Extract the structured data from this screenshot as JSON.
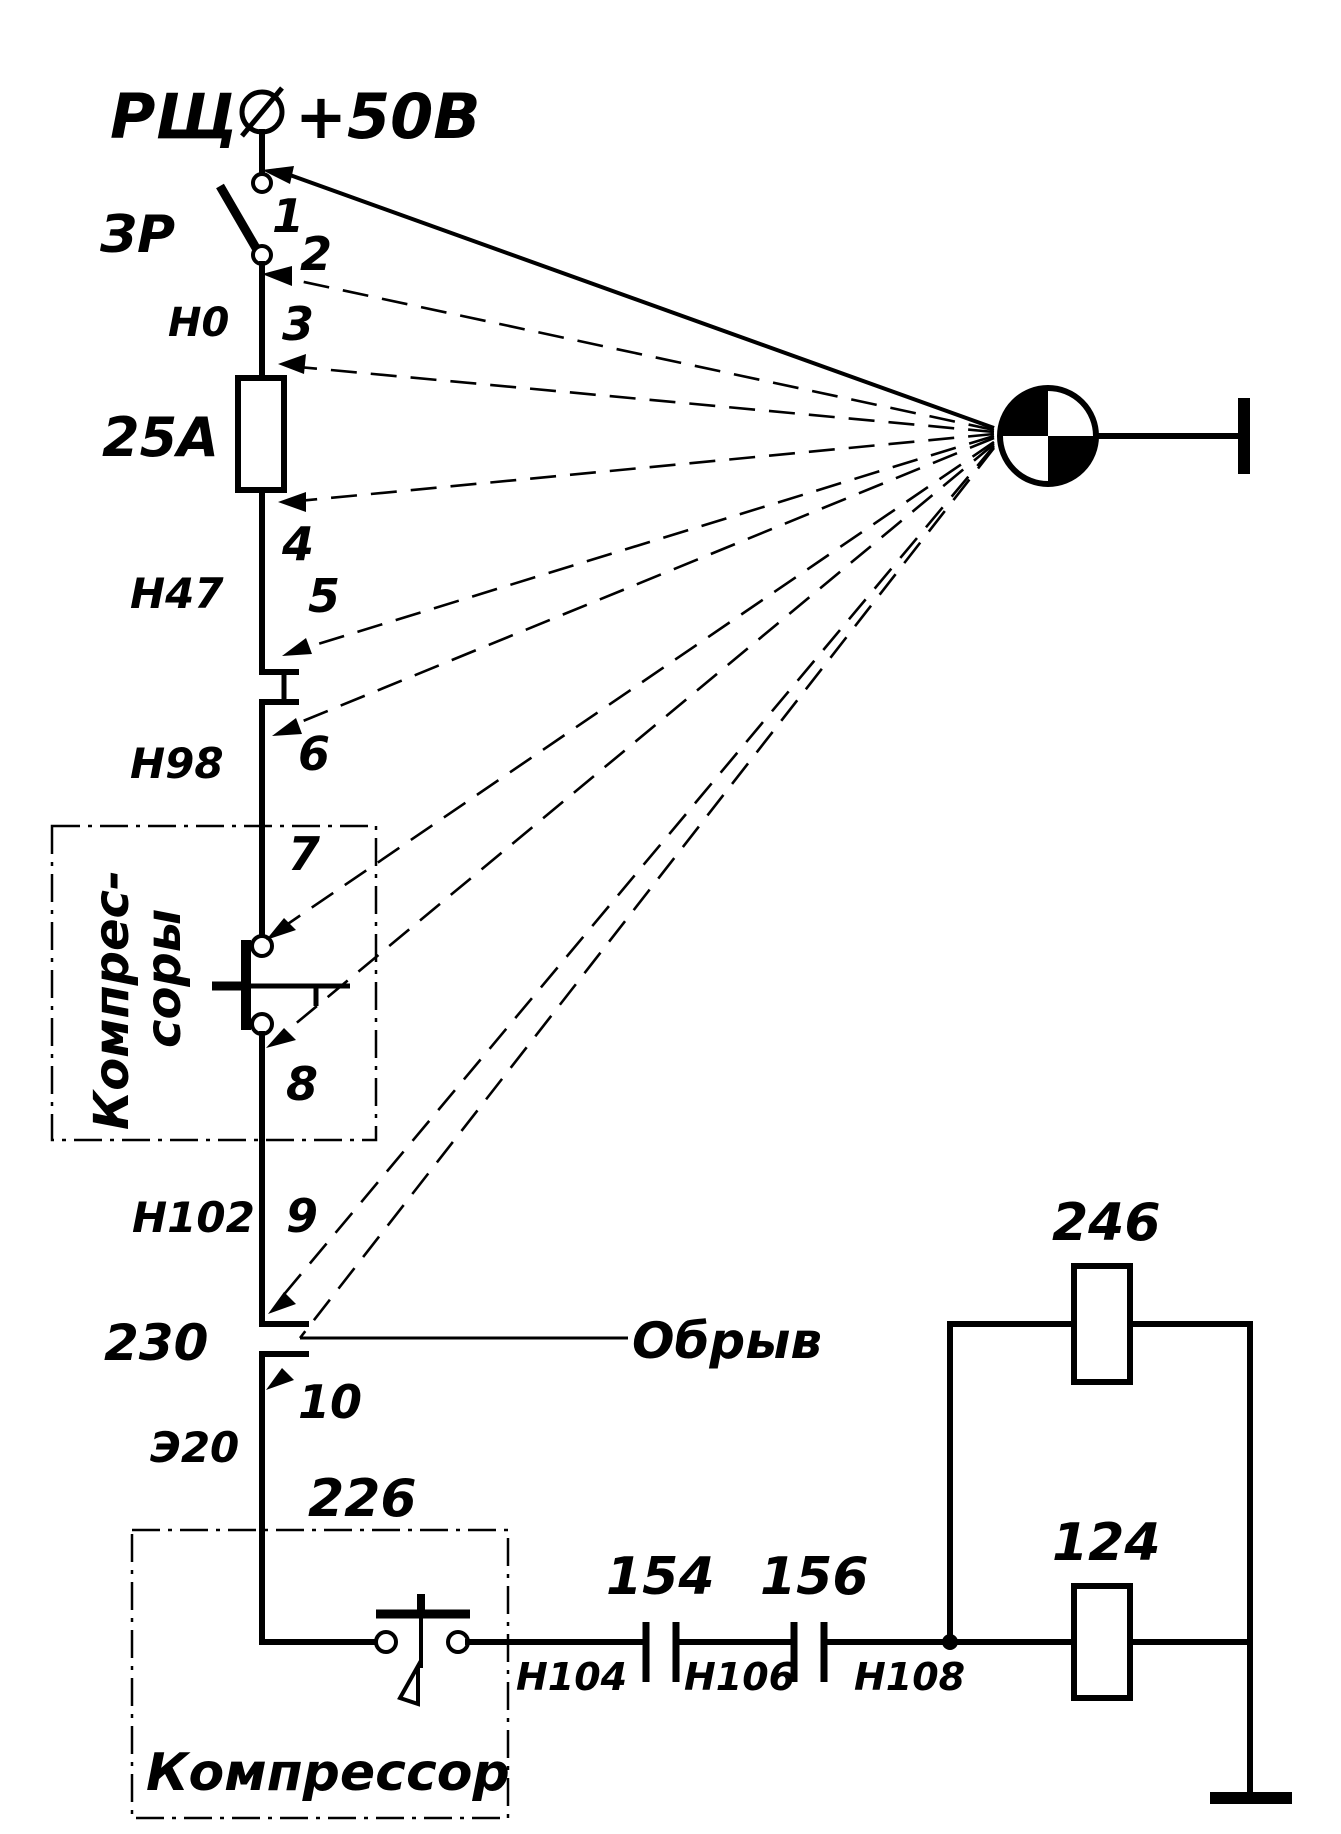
{
  "supply": {
    "panel": "РЩ",
    "voltage": "+50В"
  },
  "switch_label": "ЗР",
  "fuse_rating": "25А",
  "wires": [
    "Н0",
    "Н47",
    "Н98",
    "Н102",
    "Э20",
    "Н104",
    "Н106",
    "Н108"
  ],
  "points": [
    "1",
    "2",
    "3",
    "4",
    "5",
    "6",
    "7",
    "8",
    "9",
    "10"
  ],
  "connectors": [
    "230",
    "154",
    "156"
  ],
  "break_label": "Обрыв",
  "device_top": "Компрес-\nсоры",
  "device_top_lines": [
    "Компрес-",
    "соры"
  ],
  "device_bottom": "Компрессор",
  "device_bottom_number": "226",
  "coils": [
    "246",
    "124"
  ],
  "test_lamp": "lamp-icon",
  "ground": "ground-icon"
}
